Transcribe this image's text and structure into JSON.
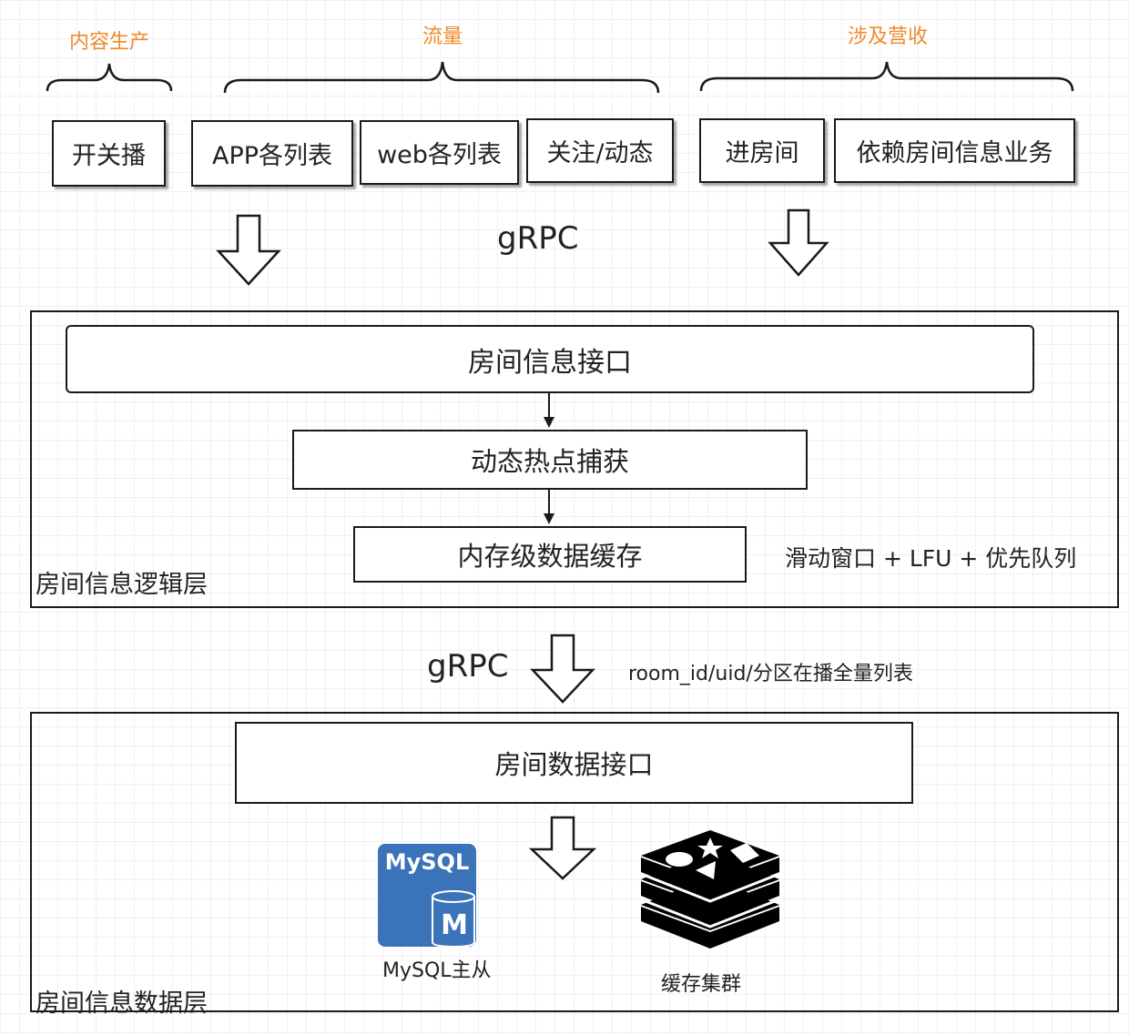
{
  "top": {
    "categories": [
      {
        "label": "内容生产"
      },
      {
        "label": "流量"
      },
      {
        "label": "涉及营收"
      }
    ],
    "boxes": [
      {
        "label": "开关播"
      },
      {
        "label": "APP各列表"
      },
      {
        "label": "web各列表"
      },
      {
        "label": "关注/动态"
      },
      {
        "label": "进房间"
      },
      {
        "label": "依赖房间信息业务"
      }
    ],
    "protocol": "gRPC"
  },
  "logic_layer": {
    "label": "房间信息逻辑层",
    "interface": "房间信息接口",
    "hotspot": "动态热点捕获",
    "cache": "内存级数据缓存",
    "strategy": "滑动窗口 + LFU + 优先队列"
  },
  "middle": {
    "protocol": "gRPC",
    "note": "room_id/uid/分区在播全量列表"
  },
  "data_layer": {
    "label": "房间信息数据层",
    "interface": "房间数据接口",
    "mysql": {
      "logo_text": "MySQL",
      "logo_letter": "M",
      "label": "MySQL主从"
    },
    "cache_cluster": {
      "label": "缓存集群"
    }
  },
  "colors": {
    "category_orange": "#f08a2c",
    "border": "#1a1a1a",
    "mysql_blue": "#3b73b9"
  }
}
